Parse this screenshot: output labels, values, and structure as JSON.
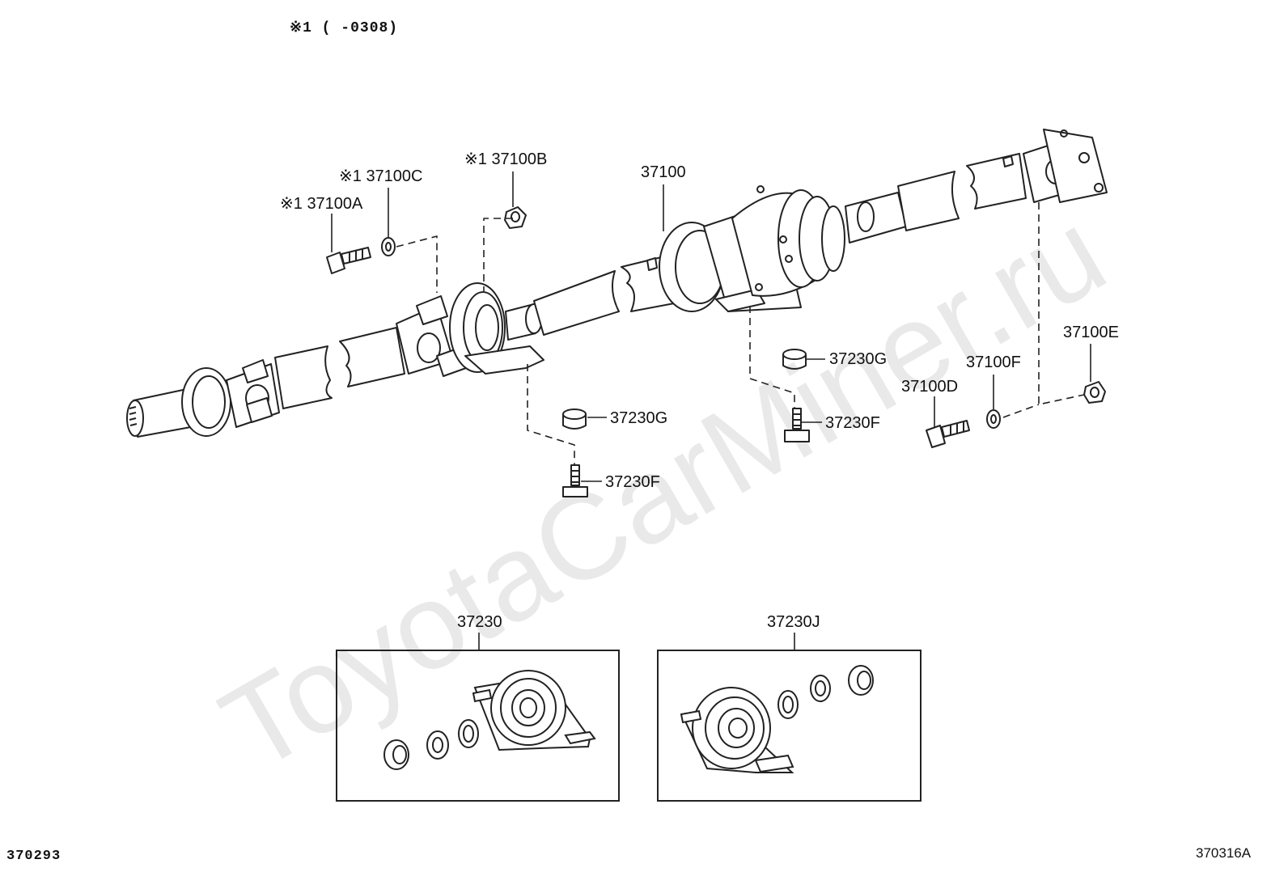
{
  "header": {
    "note": "※1 (     -0308)"
  },
  "watermark": "ToyotaCarMiner.ru",
  "footer": {
    "left_code": "370293",
    "right_code": "370316A"
  },
  "callouts": {
    "p37100": "37100",
    "p37100A": "※1 37100A",
    "p37100B": "※1 37100B",
    "p37100C": "※1 37100C",
    "p37100D": "37100D",
    "p37100E": "37100E",
    "p37100F": "37100F",
    "p37230G_left": "37230G",
    "p37230F_left": "37230F",
    "p37230G_right": "37230G",
    "p37230F_right": "37230F",
    "p37230": "37230",
    "p37230J": "37230J"
  },
  "colors": {
    "line": "#222222",
    "watermark": "#e9e9e9",
    "background": "#ffffff"
  }
}
